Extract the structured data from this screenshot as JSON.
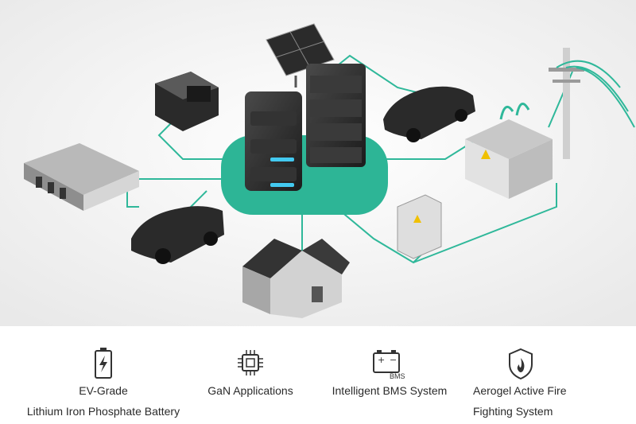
{
  "scene": {
    "accent_color": "#2fb89a",
    "platform_color": "#2db596",
    "items": [
      "solar-panel-icon",
      "generator-icon",
      "warehouse-icon",
      "electric-car-icon",
      "battery-tower-icon",
      "house-icon",
      "power-cabinet-icon",
      "transformer-icon",
      "utility-pole-icon"
    ]
  },
  "features": [
    {
      "icon": "battery-icon",
      "lines": [
        "EV-Grade",
        "Lithium Iron Phosphate Battery"
      ]
    },
    {
      "icon": "chip-icon",
      "lines": [
        "GaN Applications"
      ]
    },
    {
      "icon": "bms-battery-icon",
      "badge": "BMS",
      "lines": [
        "Intelligent BMS System"
      ]
    },
    {
      "icon": "fire-shield-icon",
      "lines": [
        "Aerogel Active Fire",
        "Fighting System"
      ]
    }
  ]
}
